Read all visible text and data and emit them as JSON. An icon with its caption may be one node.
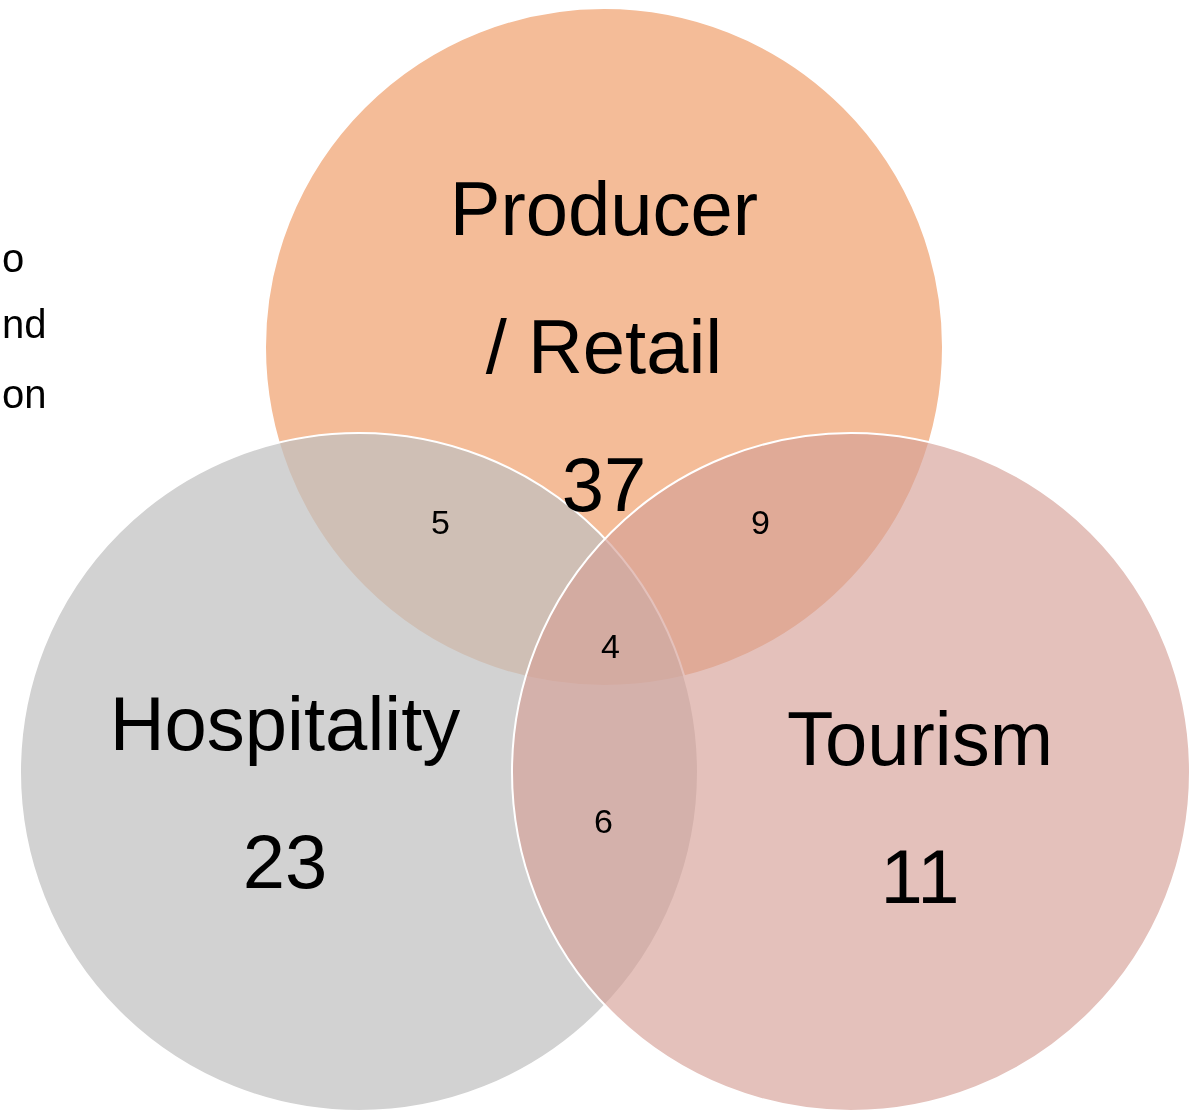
{
  "diagram": {
    "nodes": [
      {
        "text": [
          "Producer / Retail 37"
        ]
      },
      {
        "text": [
          "Hospitality 23"
        ]
      },
      {
        "text": [
          "Tourism 11"
        ]
      }
    ],
    "labels": [
      "o",
      "nd",
      "on",
      "5",
      "9",
      "4",
      "6"
    ]
  }
}
